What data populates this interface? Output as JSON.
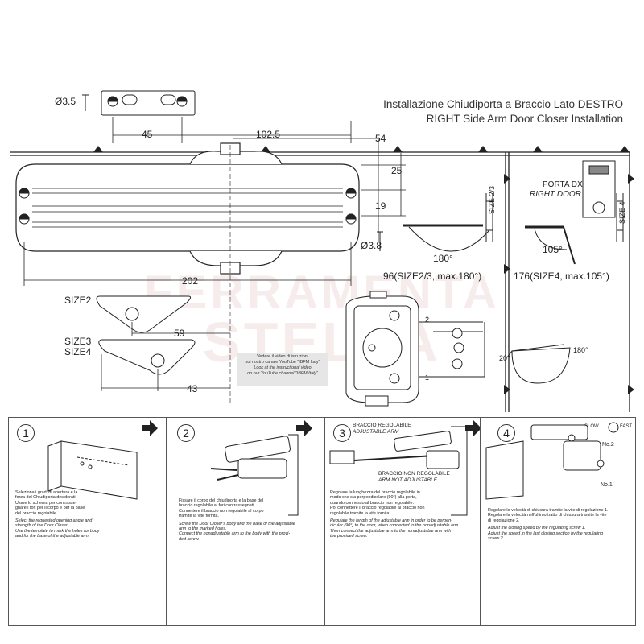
{
  "title": {
    "line1": "Installazione Chiudiporta a Braccio Lato DESTRO",
    "line2": "RIGHT Side Arm Door Closer Installation"
  },
  "dimensions": {
    "d35": "Ø3.5",
    "d38": "Ø3.8",
    "d45": "45",
    "d1025": "102.5",
    "d54": "54",
    "d25": "25",
    "d19": "19",
    "d202": "202",
    "d59": "59",
    "d43": "43"
  },
  "sizes": {
    "size2": "SIZE2",
    "size3": "SIZE3",
    "size4": "SIZE4",
    "size23_vert": "SIZE 2/3",
    "size4_vert": "SIZE 4"
  },
  "angles": {
    "a180": "180°",
    "a105": "105°",
    "caption_left": "96(SIZE2/3, max.180°)",
    "caption_right": "176(SIZE4, max.105°)",
    "a20": "20°",
    "a180_small": "180°"
  },
  "door_label": {
    "it": "PORTA DX",
    "en": "RIGHT DOOR"
  },
  "screw_labels": {
    "one": "1",
    "two": "2"
  },
  "youtube": {
    "l1": "Vedere il video di istruzioni",
    "l2": "sul nostro canale YouTube \"IBFM Italy\"",
    "l3": "Look at the instructional video",
    "l4": "on our YouTube channel \"IBFM Italy\""
  },
  "watermark": {
    "line1": "FERRAMENTA",
    "line2": "STELLA"
  },
  "steps": [
    {
      "num": "1",
      "it": [
        "Seleziona i gradi di apertura e la",
        "forza del Chiudiporta desiderati.",
        "Usare lo schema per contrasse-",
        "gnare i fori per il corpo e per la base",
        "del braccio regolabile."
      ],
      "en": [
        "Select the requested opening angle and",
        "strength of the Door Closer.",
        "Use the template to mark the holes for body",
        "and for the base of the adjustable arm."
      ]
    },
    {
      "num": "2",
      "it": [
        "Fissare il corpo del chiudiporta e la base del",
        "braccio regolabile ai fori contrassegnati.",
        "Connettere il braccio non regolabile al corpo",
        "tramite la vite fornita."
      ],
      "en": [
        "Screw the Door Closer's body and the base of the adjustable",
        "arm to the marked holes.",
        "Connect the nonadjustable arm to the body with the provi-",
        "ded screw."
      ]
    },
    {
      "num": "3",
      "it": [
        "Regolare la lunghezza del braccio regolabile in",
        "modo che sia perpendicolare (90°) alla porta,",
        "quando connesso al braccio non regolabile.",
        "Poi connettere il braccio regolabile al braccio non",
        "regolabile tramite la vite fornita."
      ],
      "en": [
        "Regulate the length of the adjustable arm in order to be perpen-",
        "dicular (90°) to the door, when connected to the nonadjustable arm.",
        "Then connect the adjustable arm to the nonadjustable arm with",
        "the provided screw."
      ],
      "label_adj_it": "BRACCIO REGOLABILE",
      "label_adj_en": "ADJUSTABLE ARM",
      "label_nonadj_it": "BRACCIO NON REGOLABILE",
      "label_nonadj_en": "ARM NOT ADJUSTABLE"
    },
    {
      "num": "4",
      "it": [
        "Regolare la velocità di chiusura tramite la vite di regolazione 1.",
        "Regolare la velocità nell'ultimo tratto di chiusura tramite la vite",
        "di regolazione 2."
      ],
      "en": [
        "Adjust the closing speed by the regulating screw 1.",
        "Adjust the speed in the last closing section by the regulating",
        "screw 2."
      ],
      "slow": "SLOW",
      "fast": "FAST",
      "no2": "No.2",
      "no1": "No.1"
    }
  ]
}
